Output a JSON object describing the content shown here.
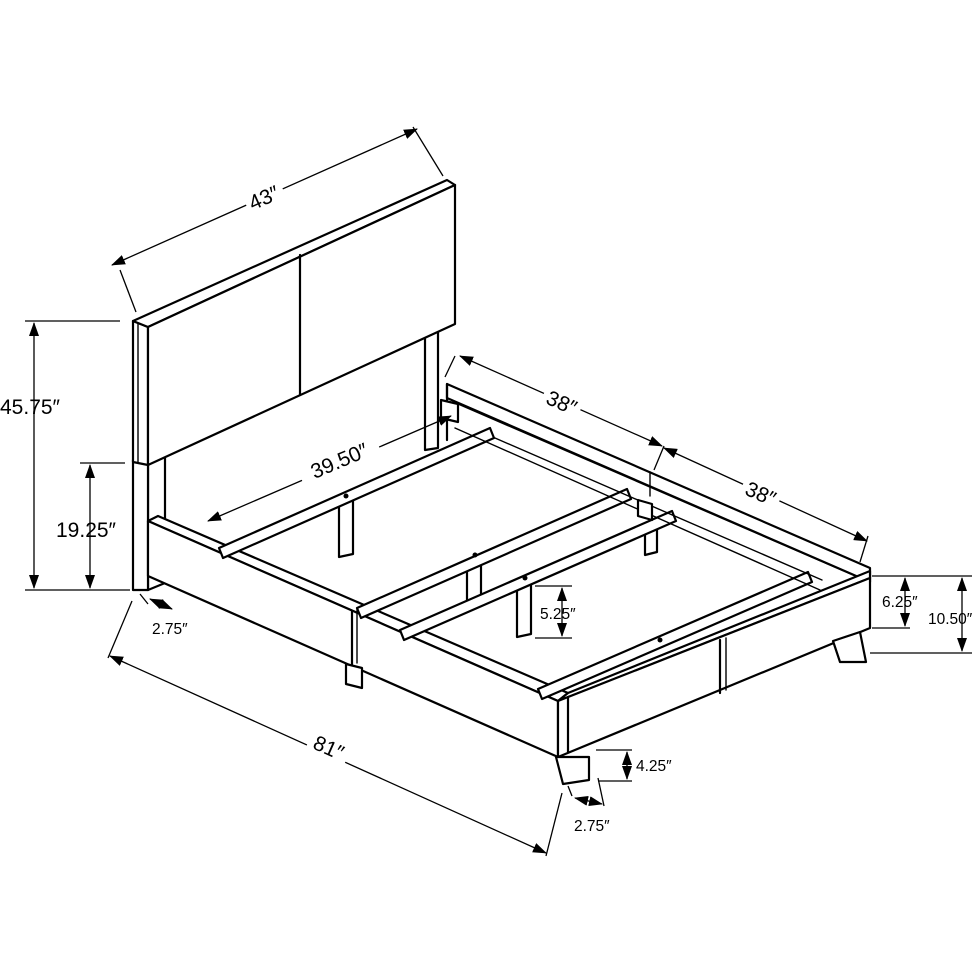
{
  "dimensions": {
    "headboard_width": "43″",
    "total_height": "45.75″",
    "headboard_leg_height": "19.25″",
    "headboard_leg_width": "2.75″",
    "slat_length": "39.50″",
    "rail_half_a": "38″",
    "rail_half_b": "38″",
    "frame_height": "6.25″",
    "footboard_height": "10.50″",
    "center_support_height": "5.25″",
    "leg_height": "4.25″",
    "leg_width": "2.75″",
    "overall_length": "81″"
  }
}
